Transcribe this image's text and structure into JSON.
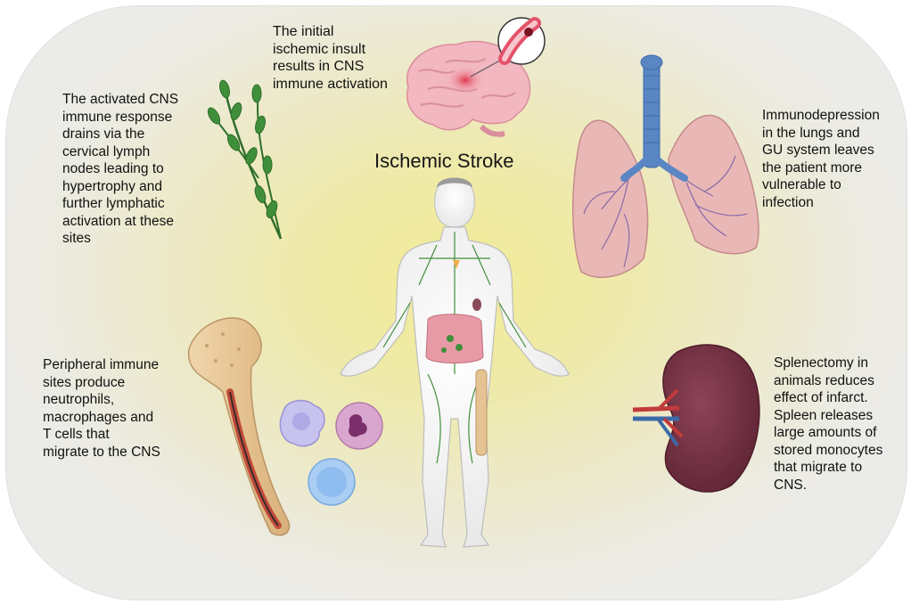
{
  "title": "Ischemic Stroke",
  "captions": {
    "cns_activation": "The initial\nischemic insult\nresults in CNS\nimmune activation",
    "lymph_nodes": "The activated CNS\nimmune response\ndrains via the\ncervical lymph\nnodes leading to\nhypertrophy and\nfurther lymphatic\nactivation at these\nsites",
    "lungs": "Immunodepression\nin the lungs and\nGU system leaves\nthe patient more\nvulnerable to\ninfection",
    "bone_marrow": "Peripheral immune\nsites produce\nneutrophils,\nmacrophages and\nT cells that\nmigrate to the CNS",
    "spleen": "Splenectomy in\nanimals reduces\neffect of infarct.\nSpleen releases\nlarge amounts of\nstored monocytes\nthat migrate to\nCNS."
  },
  "colors": {
    "background_center": "#f1ec98",
    "background_edge": "#ebebea",
    "brain": "#f2b7c0",
    "lymph": "#3f8f3a",
    "lung": "#e9b8b6",
    "trachea": "#5b86c4",
    "spleen": "#7a3446",
    "bone": "#e8c89b",
    "cell_purple": "#c7c2ee",
    "cell_pink": "#d9a6cf",
    "cell_blue": "#a9cdf3"
  },
  "icons": [
    "brain-icon",
    "blood-vessel-icon",
    "lymph-node-chain-icon",
    "lungs-icon",
    "human-body-icon",
    "femur-bone-icon",
    "spleen-icon",
    "macrophage-icon",
    "neutrophil-icon",
    "t-cell-icon"
  ]
}
